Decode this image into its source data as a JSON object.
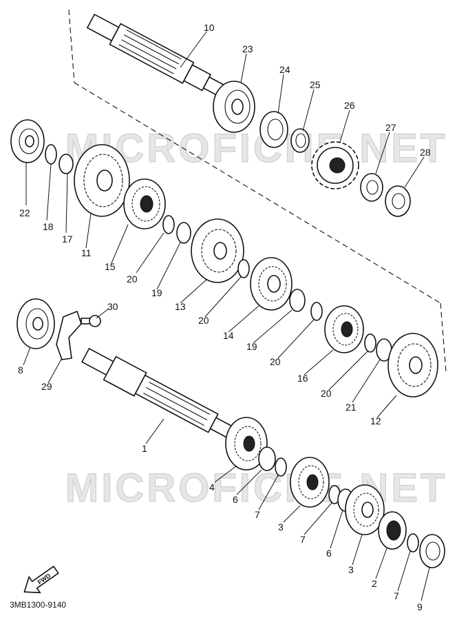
{
  "watermark": "MICROFICHE.NET",
  "diagram_code": "3MB1300-9140",
  "fwd_label": "FWD",
  "labels": {
    "p10": "10",
    "p23": "23",
    "p24": "24",
    "p25": "25",
    "p26": "26",
    "p27": "27",
    "p28": "28",
    "p22": "22",
    "p18": "18",
    "p17": "17",
    "p11": "11",
    "p15": "15",
    "p20a": "20",
    "p19a": "19",
    "p13": "13",
    "p20b": "20",
    "p14": "14",
    "p19b": "19",
    "p20c": "20",
    "p16": "16",
    "p20d": "20",
    "p21": "21",
    "p12": "12",
    "p30": "30",
    "p8": "8",
    "p29": "29",
    "p1": "1",
    "p4": "4",
    "p6a": "6",
    "p7a": "7",
    "p3a": "3",
    "p7b": "7",
    "p6b": "6",
    "p3b": "3",
    "p2": "2",
    "p7c": "7",
    "p9": "9"
  }
}
